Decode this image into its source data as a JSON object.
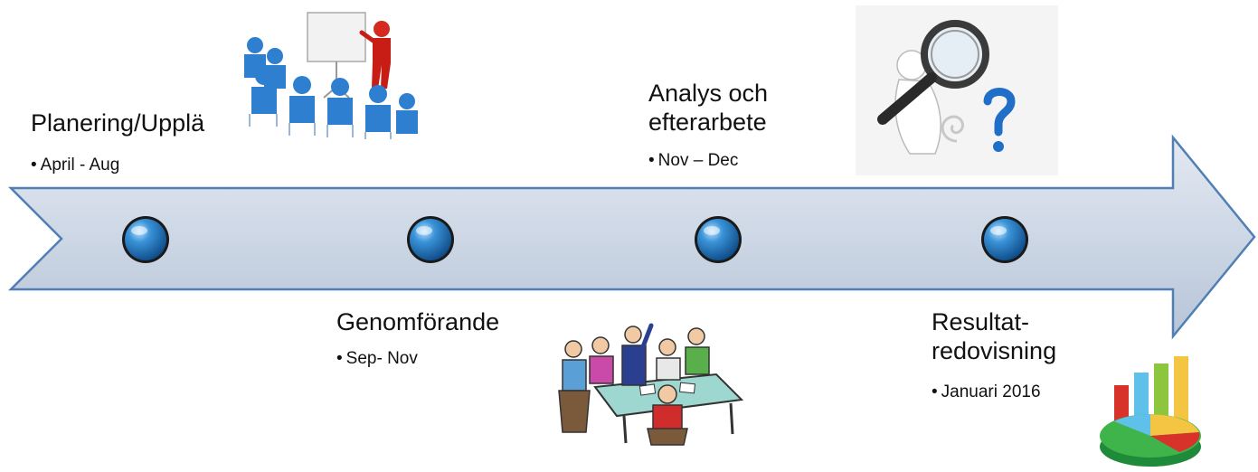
{
  "colors": {
    "arrow_fill_top": "#dbe3ef",
    "arrow_fill_bottom": "#b9c7da",
    "arrow_stroke": "#3f6fa6",
    "node_blue": "#1d6fb8"
  },
  "phases": [
    {
      "title": "Planering/Upplä",
      "period": "April - Aug",
      "illustration": "presentation-icon"
    },
    {
      "title": "Genomförande",
      "period": "Sep- Nov",
      "illustration": "meeting-icon"
    },
    {
      "title_line1": "Analys och",
      "title_line2": "efterarbete",
      "period": "Nov – Dec",
      "illustration": "magnifier-icon"
    },
    {
      "title_line1": "Resultat-",
      "title_line2": "redovisning",
      "period": "Januari 2016",
      "illustration": "chart-icon"
    }
  ]
}
